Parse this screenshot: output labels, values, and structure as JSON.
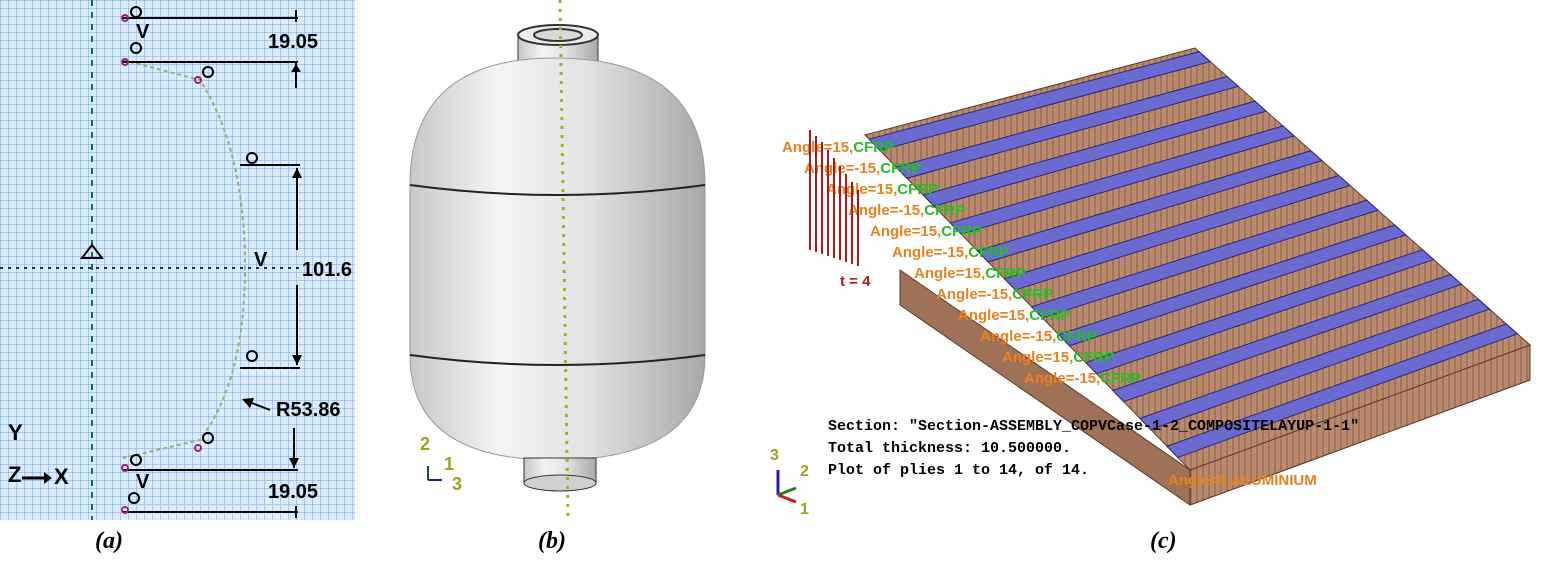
{
  "panel_a": {
    "dimensions": [
      "19.05",
      "101.6",
      "R53.86",
      "19.05"
    ],
    "vertex_label": "V",
    "axes": {
      "y": "Y",
      "x": "X",
      "z": "Z"
    },
    "caption": "(a)"
  },
  "panel_b": {
    "triad": {
      "axis2": "2",
      "axis1": "1",
      "axis3": "3"
    },
    "caption": "(b)"
  },
  "panel_c": {
    "ply_labels": [
      "Angle=15,CFRP",
      "Angle=-15,CFRP",
      "Angle=15,CFRP",
      "Angle=-15,CFRP",
      "Angle=15,CFRP",
      "Angle=-15,CFRP",
      "Angle=15,CFRP",
      "Angle=-15,CFRP",
      "Angle=15,CFRP",
      "Angle=-15,CFRP",
      "Angle=15,CFRP",
      "Angle=-15,CFRP"
    ],
    "thickness_label": "t = 4",
    "section_line": "Section: \"Section-ASSEMBLY_COPVCase-1-2_COMPOSITELAYUP-1-1\"",
    "thickness_line": "Total thickness: 10.500000.",
    "plies_line": "Plot of plies 1 to 14, of 14.",
    "base_label": "Angle=0,ALUMINIUM",
    "triad": {
      "axis3": "3",
      "axis2": "2",
      "axis1": "1"
    },
    "colors": {
      "ply_angle": "#e8821e",
      "ply_material": "#22c022",
      "wood": "#b98a6e",
      "blue_ply": "#6a6ad0"
    },
    "caption": "(c)"
  }
}
